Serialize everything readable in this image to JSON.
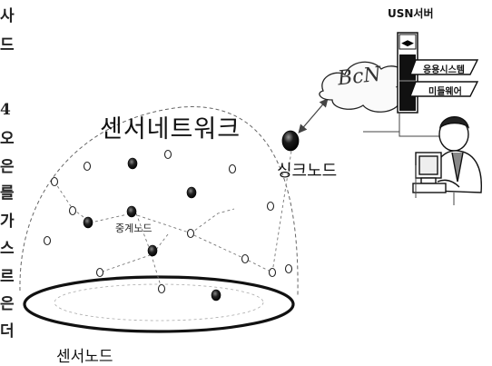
{
  "side_text": [
    "사",
    "드",
    "4",
    "오",
    "은",
    "를",
    "가",
    "스",
    "르",
    "은",
    "더"
  ],
  "labels": {
    "usn_server": "USN서버",
    "bcn": "BcN",
    "app_system": "응용시스템",
    "middleware": "미들웨어",
    "sensor_network": "센서네트워크",
    "sink_node": "싱크노드",
    "relay_node": "중계노드",
    "sensor_node": "센서노드"
  },
  "nodes": {
    "sink": {
      "kind": "filled"
    },
    "field": [
      {
        "kind": "hollow"
      },
      {
        "kind": "filled"
      },
      {
        "kind": "hollow"
      },
      {
        "kind": "hollow"
      },
      {
        "kind": "hollow"
      },
      {
        "kind": "filled"
      },
      {
        "kind": "hollow"
      },
      {
        "kind": "filled"
      },
      {
        "kind": "filled"
      },
      {
        "kind": "hollow"
      },
      {
        "kind": "hollow"
      },
      {
        "kind": "filled"
      },
      {
        "kind": "hollow"
      },
      {
        "kind": "hollow"
      },
      {
        "kind": "hollow"
      },
      {
        "kind": "hollow"
      },
      {
        "kind": "filled"
      },
      {
        "kind": "hollow"
      },
      {
        "kind": "hollow"
      }
    ]
  }
}
